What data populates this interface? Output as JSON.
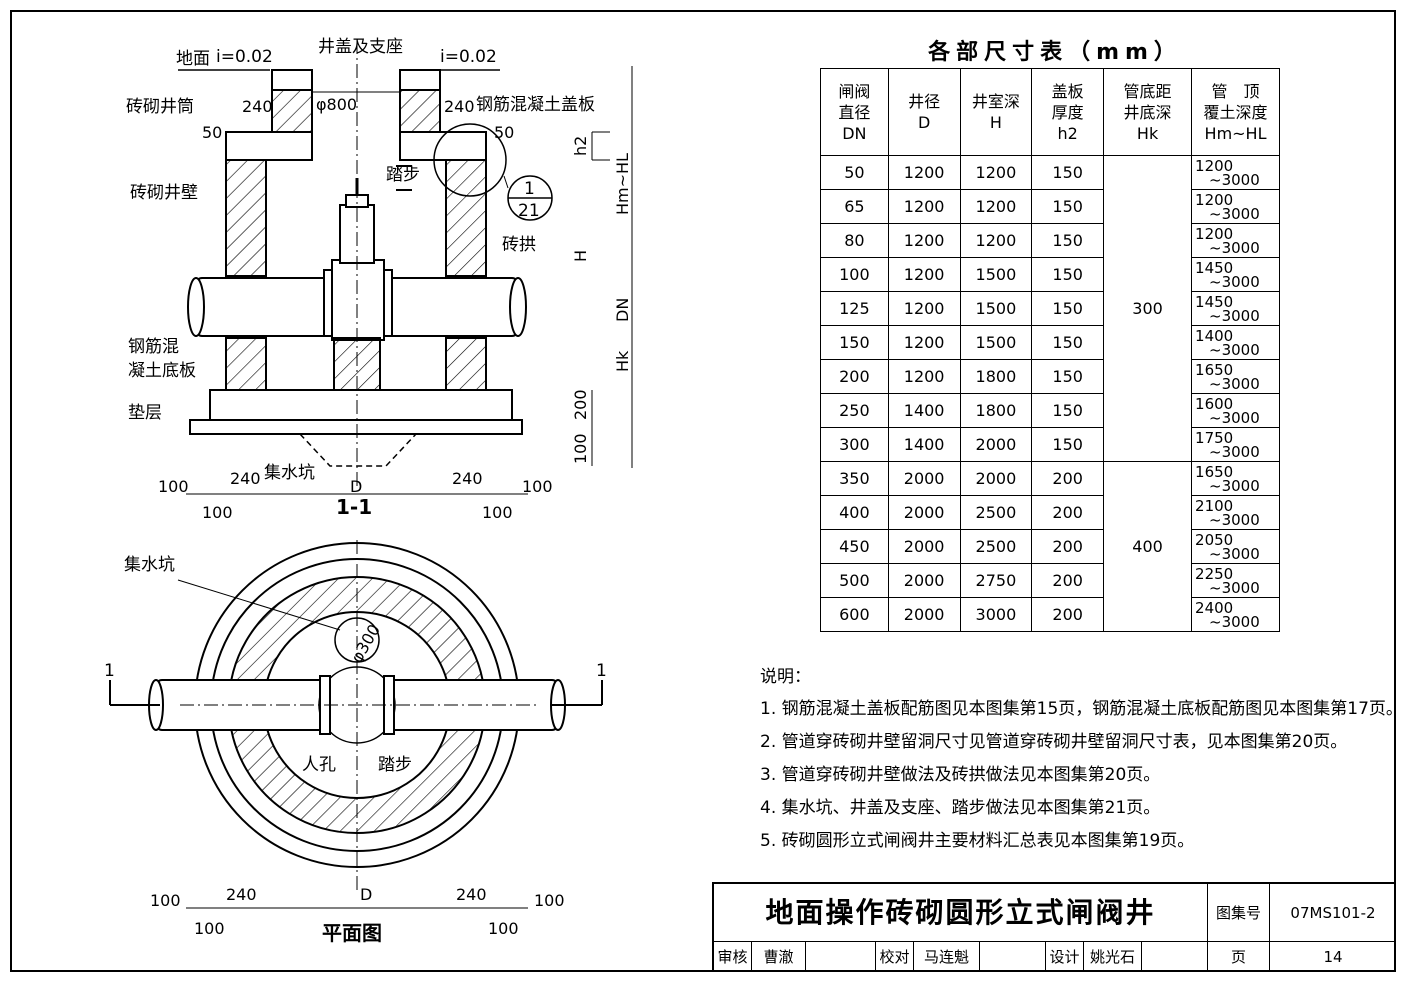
{
  "drawing": {
    "labels": {
      "ground": "地面",
      "slope_left": "i=0.02",
      "slope_right": "i=0.02",
      "cover_seat": "井盖及支座",
      "brick_shaft": "砖砌井筒",
      "rc_cover": "钢筋混凝土盖板",
      "brick_wall": "砖砌井壁",
      "step": "踏步",
      "brick_arch": "砖拱",
      "rc_base_1": "钢筋混",
      "rc_base_2": "凝土底板",
      "cushion": "垫层",
      "sump": "集水坑",
      "manhole": "人孔",
      "plan_step": "踏步",
      "plan_sump": "集水坑",
      "section_mark": "1",
      "section_title": "1-1",
      "plan_title": "平面图",
      "ref_num": "1",
      "ref_page": "21"
    },
    "dims": {
      "d240a": "240",
      "d240b": "240",
      "phi800": "φ800",
      "d50a": "50",
      "d50b": "50",
      "h2": "h2",
      "hmhl": "Hm~HL",
      "H": "H",
      "DN": "DN",
      "Hk": "Hk",
      "d200": "200",
      "d100v": "100",
      "b100a": "100",
      "b240a": "240",
      "bD": "D",
      "b240b": "240",
      "b100b": "100",
      "b100c": "100",
      "b100d": "100",
      "phi300": "φ300",
      "p100a": "100",
      "p240a": "240",
      "pD": "D",
      "p240b": "240",
      "p100b": "100",
      "p100c": "100",
      "p100d": "100"
    }
  },
  "table": {
    "title": "各部尺寸表（mm）",
    "headers": [
      [
        "闸阀",
        "直径",
        "DN"
      ],
      [
        "井径",
        "D"
      ],
      [
        "井室深",
        "H"
      ],
      [
        "盖板",
        "厚度",
        "h2"
      ],
      [
        "管底距",
        "井底深",
        "Hk"
      ],
      [
        "管　顶",
        "覆土深度",
        "Hm~HL"
      ]
    ],
    "rows": [
      {
        "dn": "50",
        "d": "1200",
        "h": "1200",
        "h2": "150",
        "cover_a": "1200",
        "cover_b": "~3000"
      },
      {
        "dn": "65",
        "d": "1200",
        "h": "1200",
        "h2": "150",
        "cover_a": "1200",
        "cover_b": "~3000"
      },
      {
        "dn": "80",
        "d": "1200",
        "h": "1200",
        "h2": "150",
        "cover_a": "1200",
        "cover_b": "~3000"
      },
      {
        "dn": "100",
        "d": "1200",
        "h": "1500",
        "h2": "150",
        "cover_a": "1450",
        "cover_b": "~3000"
      },
      {
        "dn": "125",
        "d": "1200",
        "h": "1500",
        "h2": "150",
        "cover_a": "1450",
        "cover_b": "~3000"
      },
      {
        "dn": "150",
        "d": "1200",
        "h": "1500",
        "h2": "150",
        "cover_a": "1400",
        "cover_b": "~3000"
      },
      {
        "dn": "200",
        "d": "1200",
        "h": "1800",
        "h2": "150",
        "cover_a": "1650",
        "cover_b": "~3000"
      },
      {
        "dn": "250",
        "d": "1400",
        "h": "1800",
        "h2": "150",
        "cover_a": "1600",
        "cover_b": "~3000"
      },
      {
        "dn": "300",
        "d": "1400",
        "h": "2000",
        "h2": "150",
        "cover_a": "1750",
        "cover_b": "~3000"
      },
      {
        "dn": "350",
        "d": "2000",
        "h": "2000",
        "h2": "200",
        "cover_a": "1650",
        "cover_b": "~3000"
      },
      {
        "dn": "400",
        "d": "2000",
        "h": "2500",
        "h2": "200",
        "cover_a": "2100",
        "cover_b": "~3000"
      },
      {
        "dn": "450",
        "d": "2000",
        "h": "2500",
        "h2": "200",
        "cover_a": "2050",
        "cover_b": "~3000"
      },
      {
        "dn": "500",
        "d": "2000",
        "h": "2750",
        "h2": "200",
        "cover_a": "2250",
        "cover_b": "~3000"
      },
      {
        "dn": "600",
        "d": "2000",
        "h": "3000",
        "h2": "200",
        "cover_a": "2400",
        "cover_b": "~3000"
      }
    ],
    "hk_group1": "300",
    "hk_group2": "400"
  },
  "notes": {
    "title": "说明：",
    "items": [
      "1. 钢筋混凝土盖板配筋图见本图集第15页，钢筋混凝土底板配筋图见本图集第17页。",
      "2. 管道穿砖砌井壁留洞尺寸见管道穿砖砌井壁留洞尺寸表，见本图集第20页。",
      "3. 管道穿砖砌井壁做法及砖拱做法见本图集第20页。",
      "4. 集水坑、井盖及支座、踏步做法见本图集第21页。",
      "5. 砖砌圆形立式闸阀井主要材料汇总表见本图集第19页。"
    ]
  },
  "title_block": {
    "title": "地面操作砖砌圆形立式闸阀井",
    "atlas_label": "图集号",
    "atlas_no": "07MS101-2",
    "page_label": "页",
    "page_no": "14",
    "review_label": "审核",
    "reviewer": "曹澈",
    "check_label": "校对",
    "checker": "马连魁",
    "design_label": "设计",
    "designer": "姚光石"
  }
}
